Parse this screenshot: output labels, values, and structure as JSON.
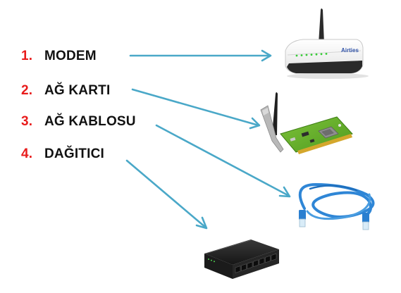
{
  "items": [
    {
      "number": "1.",
      "label": "MODEM"
    },
    {
      "number": "2.",
      "label": "AĞ KARTI"
    },
    {
      "number": "3.",
      "label": "AĞ KABLOSU"
    },
    {
      "number": "4.",
      "label": "DAĞITICI"
    }
  ],
  "connections": [
    {
      "from": "MODEM",
      "to": "modem-image"
    },
    {
      "from": "AĞ KARTI",
      "to": "network-card-image"
    },
    {
      "from": "AĞ KABLOSU",
      "to": "network-cable-image"
    },
    {
      "from": "DAĞITICI",
      "to": "switch-image"
    }
  ],
  "modem_brand": "Airties",
  "colors": {
    "number": "#e81b1b",
    "arrow": "#4aa8c8",
    "label": "#111111"
  }
}
